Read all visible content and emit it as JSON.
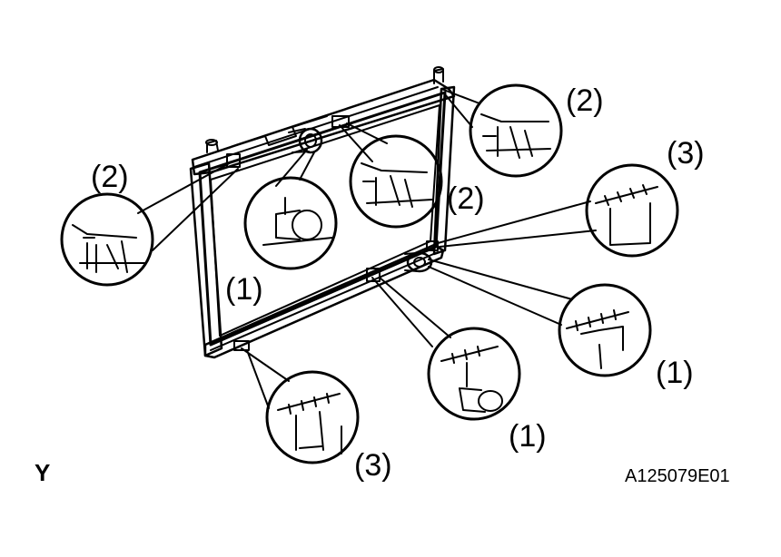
{
  "labels": {
    "callout_1a": "(1)",
    "callout_1b": "(1)",
    "callout_1c": "(1)",
    "callout_2a": "(2)",
    "callout_2b": "(2)",
    "callout_2c": "(2)",
    "callout_3a": "(3)",
    "callout_3b": "(3)"
  },
  "corner_mark": "Y",
  "figure_code": "A125079E01"
}
